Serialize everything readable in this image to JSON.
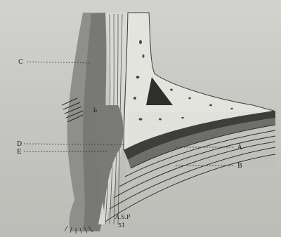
{
  "figure": {
    "labels": {
      "C": "C",
      "D": "D",
      "E": "E",
      "A": "A",
      "B": "B",
      "b": "b",
      "asp": "A.S.P",
      "num": "51"
    }
  }
}
